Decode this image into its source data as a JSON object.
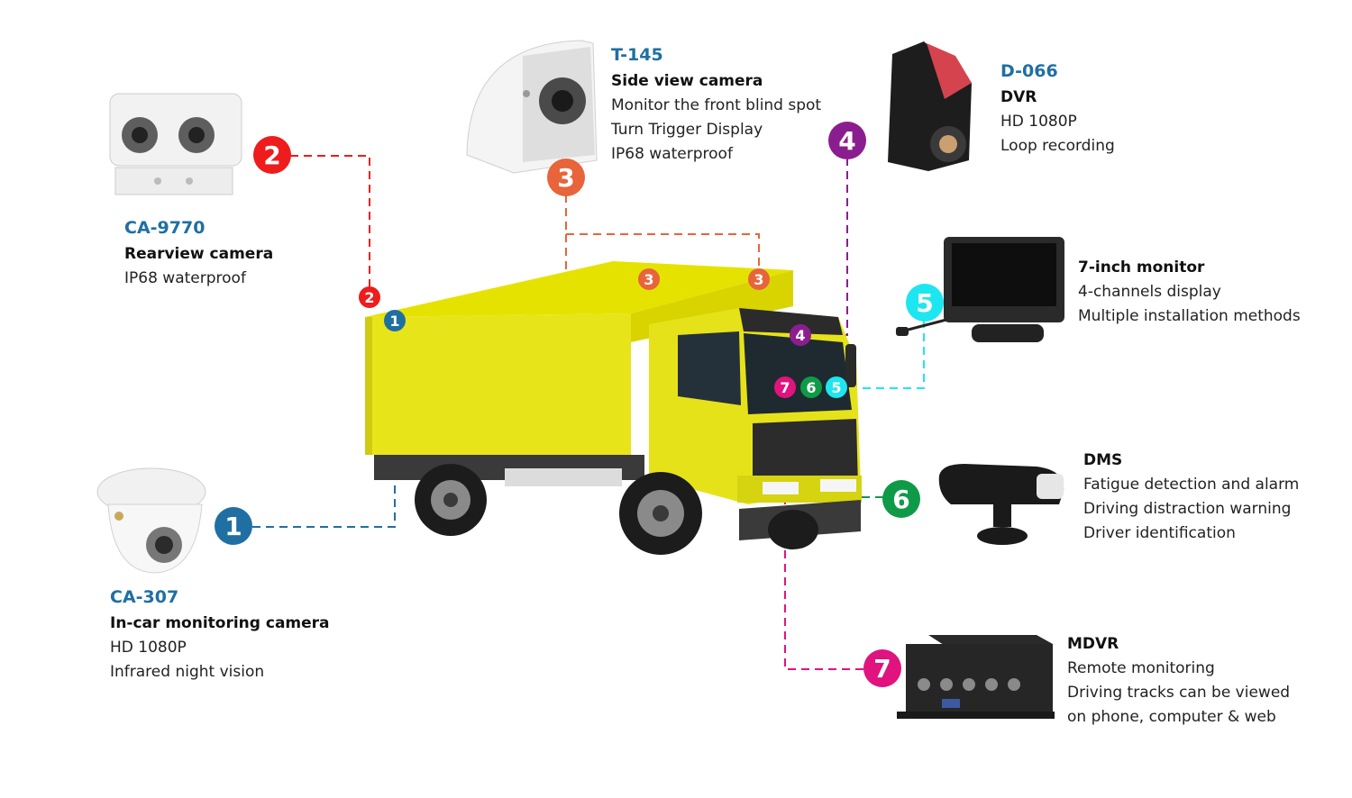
{
  "devices": [
    {
      "number": "1",
      "code": "CA-307",
      "title": "In-car monitoring camera",
      "lines": [
        "HD 1080P",
        "Infrared night vision"
      ],
      "color": "#1f6fa3",
      "icon": "dome-camera-icon"
    },
    {
      "number": "2",
      "code": "CA-9770",
      "title": "Rearview camera",
      "lines": [
        "IP68 waterproof"
      ],
      "color": "#ee1c1c",
      "icon": "dual-rear-camera-icon"
    },
    {
      "number": "3",
      "code": "T-145",
      "title": "Side view camera",
      "lines": [
        "Monitor the front blind spot",
        "Turn Trigger Display",
        "IP68 waterproof"
      ],
      "color": "#e8643a",
      "icon": "side-camera-icon"
    },
    {
      "number": "4",
      "code": "D-066",
      "title": "DVR",
      "lines": [
        "HD 1080P",
        "Loop recording"
      ],
      "color": "#8b1e8f",
      "icon": "dashcam-icon"
    },
    {
      "number": "5",
      "code": "",
      "title": "7-inch monitor",
      "lines": [
        "4-channels display",
        "Multiple installation methods"
      ],
      "color": "#1ee6f0",
      "icon": "monitor-icon"
    },
    {
      "number": "6",
      "code": "",
      "title": "DMS",
      "lines": [
        "Fatigue detection and alarm",
        "Driving distraction warning",
        "Driver identification"
      ],
      "color": "#0f9a48",
      "icon": "dms-camera-icon"
    },
    {
      "number": "7",
      "code": "",
      "title": "MDVR",
      "lines": [
        "Remote monitoring",
        "Driving tracks can be viewed",
        "on phone, computer & web"
      ],
      "color": "#e0137f",
      "icon": "mdvr-box-icon"
    }
  ]
}
